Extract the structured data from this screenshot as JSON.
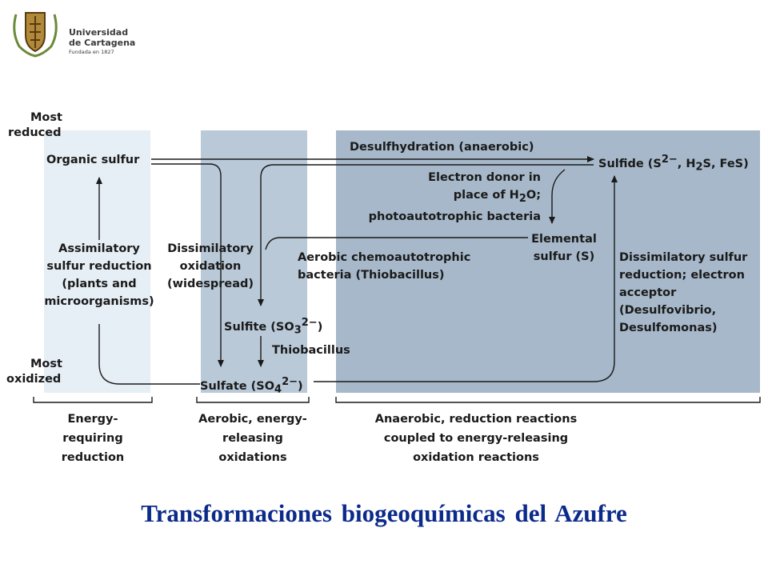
{
  "logo": {
    "name_line1": "Universidad",
    "name_line2": "de Cartagena",
    "tagline": "Fundada en 1827"
  },
  "diagram": {
    "most_reduced": [
      "Most",
      "reduced"
    ],
    "most_oxidized": [
      "Most",
      "oxidized"
    ],
    "organic_sulfur": "Organic sulfur",
    "assimilatory": [
      "Assimilatory",
      "sulfur reduction",
      "(plants and",
      "microorganisms)"
    ],
    "dissimilatory_oxidation": [
      "Dissimilatory",
      "oxidation",
      "(widespread)"
    ],
    "sulfite": "Sulfite (SO",
    "sulfite_sub": "3",
    "sulfite_sup": "2−",
    "sulfite_close": ")",
    "thiobacillus": "Thiobacillus",
    "sulfate": "Sulfate (SO",
    "sulfate_sub": "4",
    "sulfate_sup": "2−",
    "sulfate_close": ")",
    "desulfhydration": "Desulfhydration (anaerobic)",
    "sulfide_a": "Sulfide (S",
    "sulfide_sup": "2−",
    "sulfide_b": ", H",
    "sulfide_sub": "2",
    "sulfide_c": "S, FeS)",
    "electron_donor": [
      "Electron donor in",
      "place of H",
      "O;",
      "photoautotrophic bacteria"
    ],
    "electron_donor_sub": "2",
    "elemental_sulfur": [
      "Elemental",
      "sulfur (S)"
    ],
    "aerobic_chemo": [
      "Aerobic chemoautotrophic",
      "bacteria (Thiobacillus)"
    ],
    "dissimilatory_reduction": [
      "Dissimilatory sulfur",
      "reduction; electron",
      "acceptor",
      "(Desulfovibrio,",
      "Desulfomonas)"
    ],
    "bottom_left": [
      "Energy-",
      "requiring",
      "reduction"
    ],
    "bottom_mid": [
      "Aerobic, energy-",
      "releasing",
      "oxidations"
    ],
    "bottom_right": [
      "Anaerobic, reduction reactions",
      "coupled to energy-releasing",
      "oxidation reactions"
    ]
  },
  "title": "Transformaciones biogeoquímicas del Azufre",
  "colors": {
    "band_light": "#e6eef6",
    "band_mid": "#b9c9d8",
    "band_dark": "#a6b8c9",
    "title": "#0b2a8a"
  }
}
